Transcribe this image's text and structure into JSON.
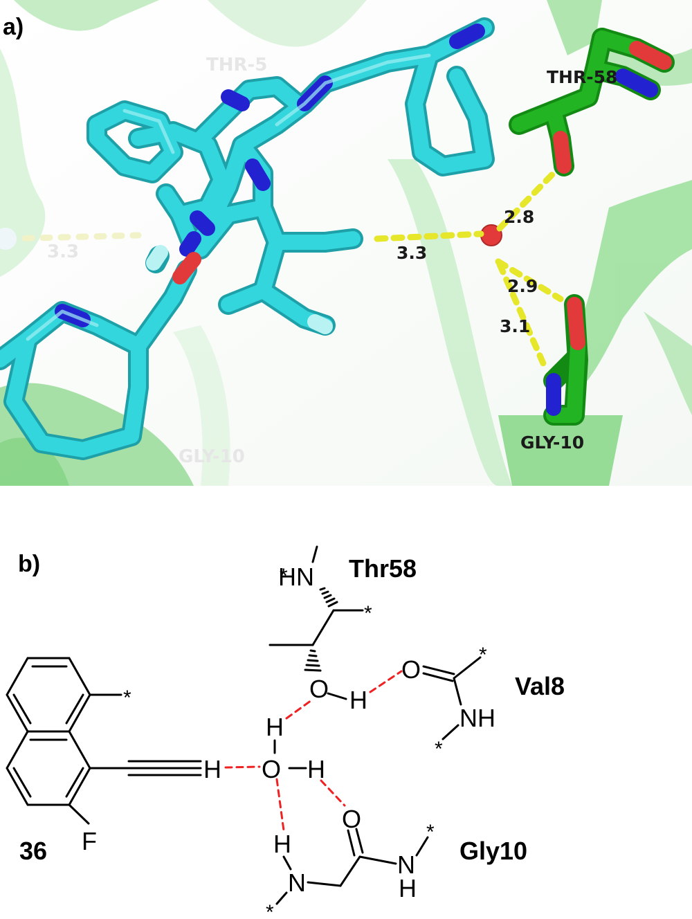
{
  "panel_a": {
    "letter": "a)",
    "residues": {
      "thr58": "THR-58",
      "gly10": "GLY-10",
      "thr_ghost": "THR-5",
      "gly_ghost": "GLY-10"
    },
    "distances": {
      "d28": "2.8",
      "d33": "3.3",
      "d29": "2.9",
      "d31": "3.1",
      "d33_ghost": "3.3"
    },
    "colors": {
      "carbon_ligand": "#33d6dc",
      "carbon_protein": "#22b422",
      "nitrogen": "#2222d0",
      "oxygen": "#e23a3a",
      "fluorine": "#b8f2f2",
      "hbond": "#e6e62a",
      "cartoon": "#9fe09f"
    }
  },
  "panel_b": {
    "letter": "b)",
    "compound": "36",
    "residues": {
      "thr58": "Thr58",
      "val8": "Val8",
      "gly10": "Gly10"
    },
    "atoms": {
      "thr_n": "HN",
      "thr_o": "O",
      "thr_h": "H",
      "val_o": "O",
      "val_n": "NH",
      "water_o": "O",
      "water_h_top": "H",
      "water_h_right": "H",
      "alkyne_h": "H",
      "fluorine": "F",
      "gly_o": "O",
      "gly_nh_n": "N",
      "gly_nh_h": "H",
      "gly_amide_n": "N",
      "gly_amide_h": "H"
    },
    "star": "*",
    "colors": {
      "bond": "#000000",
      "hbond": "#ee2222"
    }
  }
}
